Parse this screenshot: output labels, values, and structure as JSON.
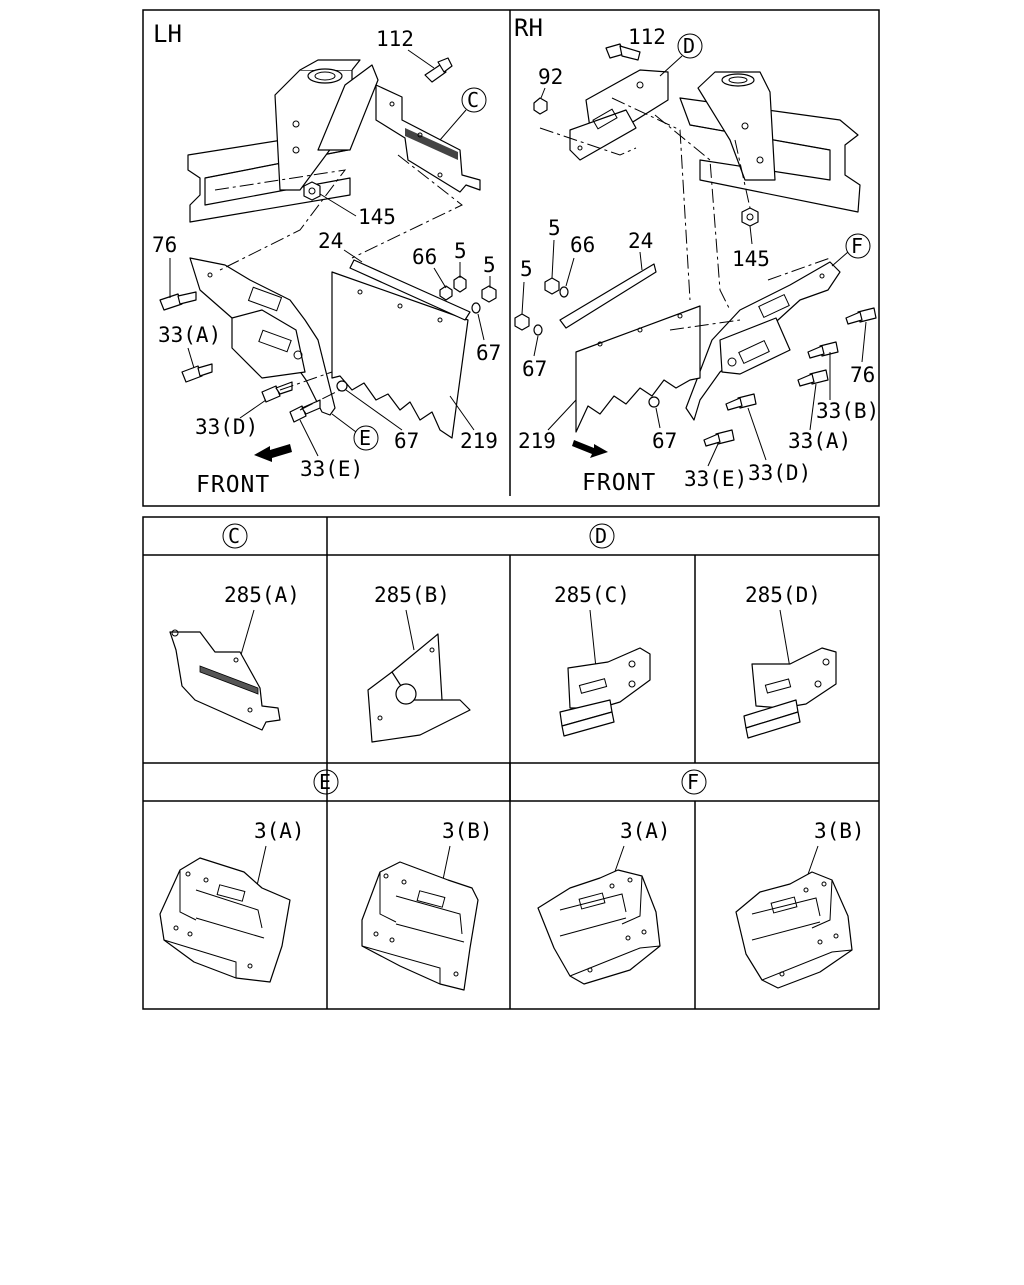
{
  "top": {
    "lh": {
      "side": "LH",
      "front": "FRONT",
      "callouts": {
        "p112": "112",
        "pC": "C",
        "p145": "145",
        "p76": "76",
        "p24": "24",
        "p66": "66",
        "p5a": "5",
        "p5b": "5",
        "p33a": "33(A)",
        "p67a": "67",
        "p33d": "33(D)",
        "pE": "E",
        "p67b": "67",
        "p219": "219",
        "p33e": "33(E)"
      }
    },
    "rh": {
      "side": "RH",
      "front": "FRONT",
      "callouts": {
        "p112": "112",
        "pD": "D",
        "p92": "92",
        "p145": "145",
        "pF": "F",
        "p5a": "5",
        "p66": "66",
        "p24": "24",
        "p5b": "5",
        "p67a": "67",
        "p76": "76",
        "p33b": "33(B)",
        "p33a": "33(A)",
        "p219": "219",
        "p67b": "67",
        "p33e": "33(E)",
        "p33d": "33(D)"
      }
    }
  },
  "details": {
    "row1": {
      "headers": {
        "c": "C",
        "d": "D"
      },
      "cells": [
        "285(A)",
        "285(B)",
        "285(C)",
        "285(D)"
      ]
    },
    "row2": {
      "headers": {
        "e": "E",
        "f": "F"
      },
      "cells": [
        "3(A)",
        "3(B)",
        "3(A)",
        "3(B)"
      ]
    }
  }
}
